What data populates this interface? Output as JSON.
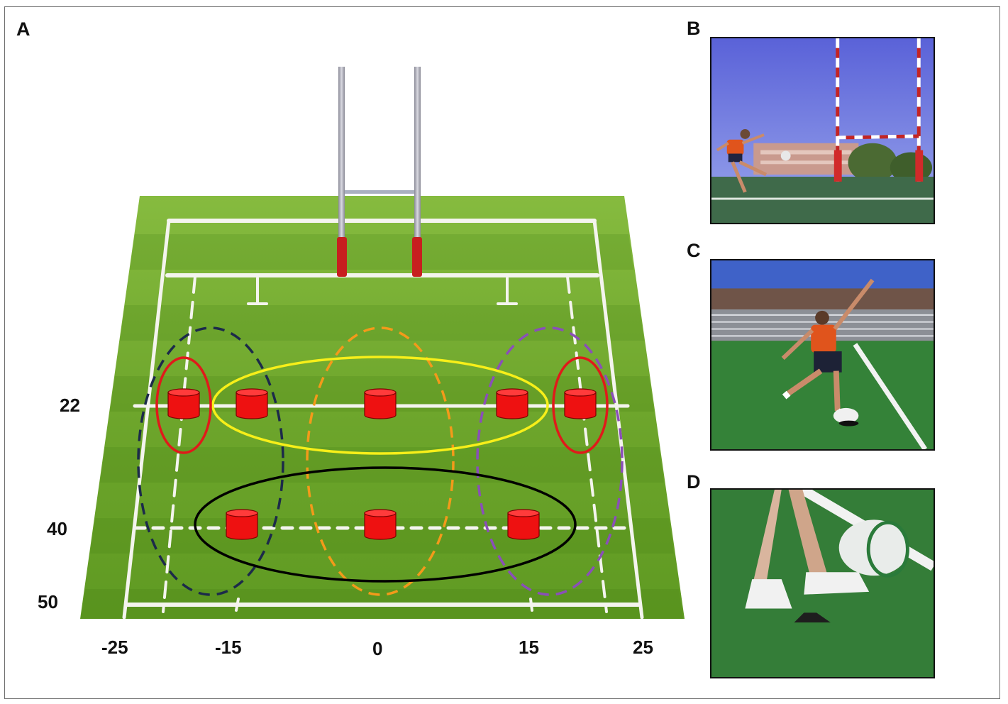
{
  "panels": {
    "a_label": "A",
    "b_label": "B",
    "c_label": "C",
    "d_label": "D"
  },
  "field": {
    "y_labels": {
      "line_22": "22",
      "line_40": "40",
      "line_50": "50"
    },
    "x_labels": {
      "neg25": "-25",
      "neg15": "-15",
      "zero": "0",
      "pos15": "15",
      "pos25": "25"
    },
    "cone_color": "#ee1111",
    "grass_colors": [
      "#7db23a",
      "#5e941f"
    ],
    "zone_colors": {
      "red": "#e01a1a",
      "yellow": "#f7ef19",
      "black": "#000000",
      "navy_dashed": "#1c2a4a",
      "orange_dashed": "#f39a1a",
      "purple_dashed": "#8a4fb8"
    }
  },
  "photos": {
    "b": {
      "description_icon": "kicker-at-goal-posts-photo"
    },
    "c": {
      "description_icon": "kicker-striking-ball-photo"
    },
    "d": {
      "description_icon": "foot-ball-tee-closeup-photo"
    }
  }
}
